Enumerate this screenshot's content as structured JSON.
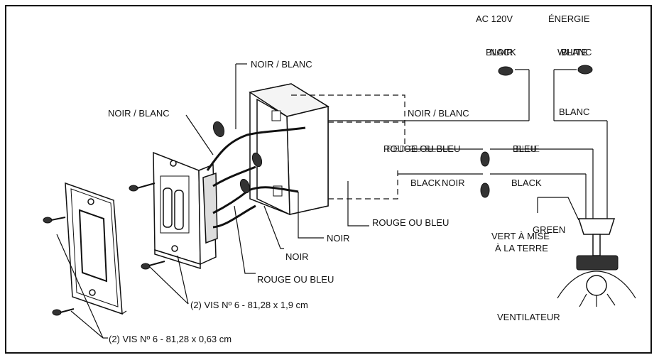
{
  "labels": {
    "ac": "AC  120V",
    "energie": "ÉNERGIE",
    "black_top": "BLACK",
    "noir_top": "NOIR",
    "white_top": "WHITE",
    "blanc_top": "BLANC",
    "noir_blanc_top": "NOIR / BLANC",
    "noir_blanc_left": "NOIR / BLANC",
    "noir_blanc_right": "NOIR / BLANC",
    "blanc_right": "BLANC",
    "rouge_ou_bleu_mid": "ROUGE OU BLEU",
    "red_mid": "RED OU BLEU",
    "bleu": "BLEU",
    "blue": "BLUE",
    "black_mid": "BLACK",
    "noir_mid": "NOIR",
    "black_right": "BLACK",
    "rouge_ou_bleu_right": "ROUGE OU BLEU",
    "noir_box": "NOIR",
    "noir_low": "NOIR",
    "rouge_ou_bleu_low": "ROUGE OU BLEU",
    "green": "GREEN",
    "vert_line1": "VERT À MISE",
    "vert_line2": "À LA TERRE",
    "ventilateur": "VENTILATEUR",
    "vis_19": "(2) VIS Nº 6 - 81,28 x 1,9 cm",
    "vis_063": "(2) VIS Nº 6 - 81,28 x 0,63 cm"
  },
  "icons": [
    "wire-nut-icon",
    "screw-icon",
    "wall-plate-icon",
    "switch-icon",
    "electrical-box-icon",
    "ceiling-fan-icon"
  ]
}
